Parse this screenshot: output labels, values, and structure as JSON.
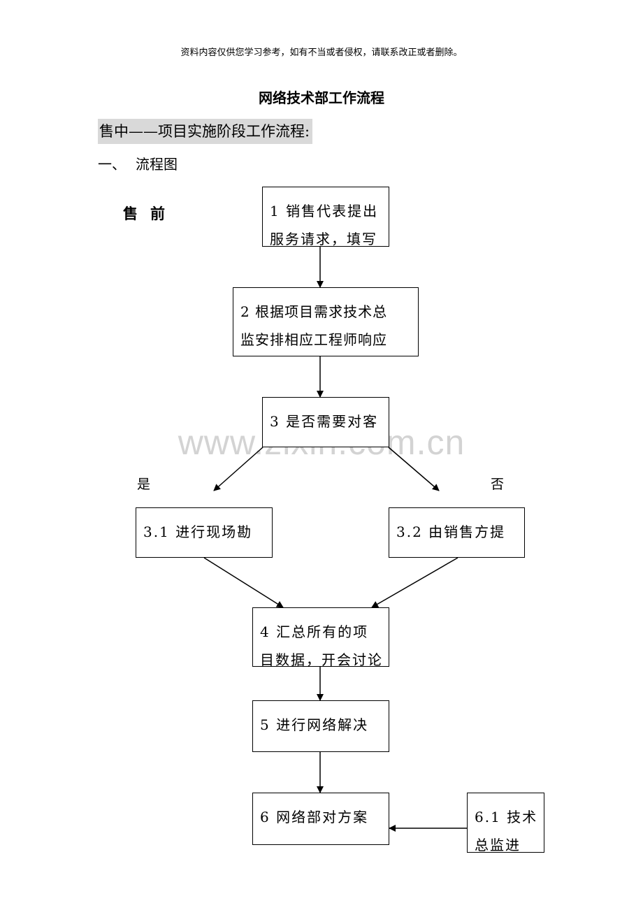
{
  "header": {
    "notice": "资料内容仅供您学习参考，如有不当或者侵权，请联系改正或者删除。"
  },
  "title": "网络技术部工作流程",
  "section_heading": "售中——项目实施阶段工作流程:",
  "item_heading": {
    "number": "一、",
    "text": "流程图"
  },
  "phase_label": "售前",
  "watermark": "www.zixin.com.cn",
  "branches": {
    "yes": "是",
    "no": "否"
  },
  "steps": {
    "s1": [
      "1 销售代表提出",
      "服务请求，填写"
    ],
    "s2": [
      "2 根据项目需求技术总",
      "监安排相应工程师响应"
    ],
    "s3": [
      "3 是否需要对客"
    ],
    "s31": [
      "3.1 进行现场勘"
    ],
    "s32": [
      "3.2 由销售方提"
    ],
    "s4": [
      "4 汇总所有的项",
      "目数据，开会讨论"
    ],
    "s5": [
      "5 进行网络解决"
    ],
    "s6": [
      "6 网络部对方案"
    ],
    "s61": [
      "6.1 技术",
      "总监进"
    ]
  }
}
